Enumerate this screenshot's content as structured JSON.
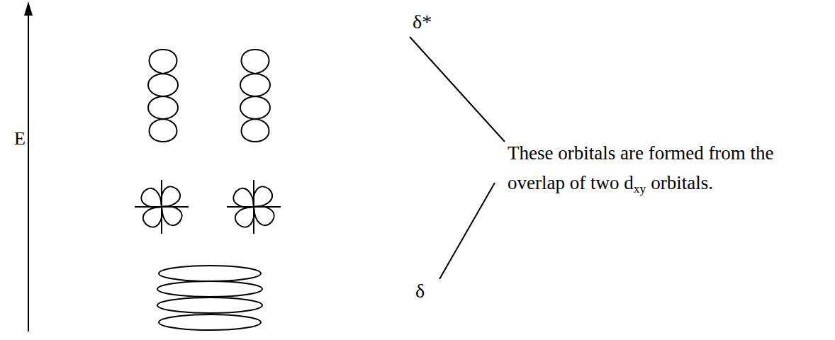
{
  "diagram": {
    "labels": [
      "E",
      "δ*",
      "These orbitals are formed from the",
      "overlap of two d",
      "xy",
      "orbitals.",
      "δ"
    ]
  }
}
